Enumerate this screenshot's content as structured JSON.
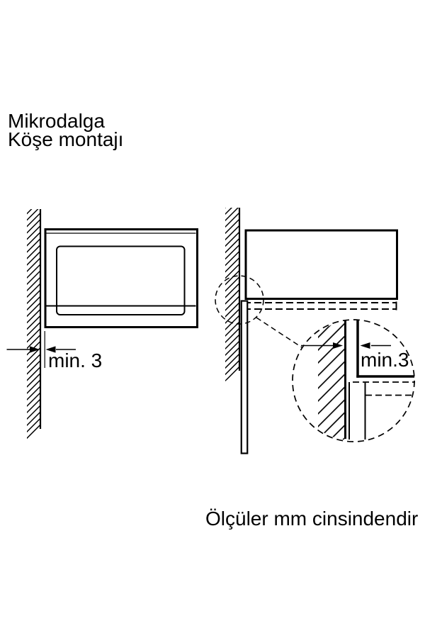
{
  "page": {
    "background": "#ffffff",
    "line_color": "#000000"
  },
  "header": {
    "title_line1": "Mikrodalga",
    "title_line2": "Köşe montajı"
  },
  "front_view": {
    "dimension_label": "min. 3"
  },
  "corner_view": {
    "dimension_label": "min.3"
  },
  "footer": {
    "units_note": "Ölçüler mm cinsindendir"
  }
}
